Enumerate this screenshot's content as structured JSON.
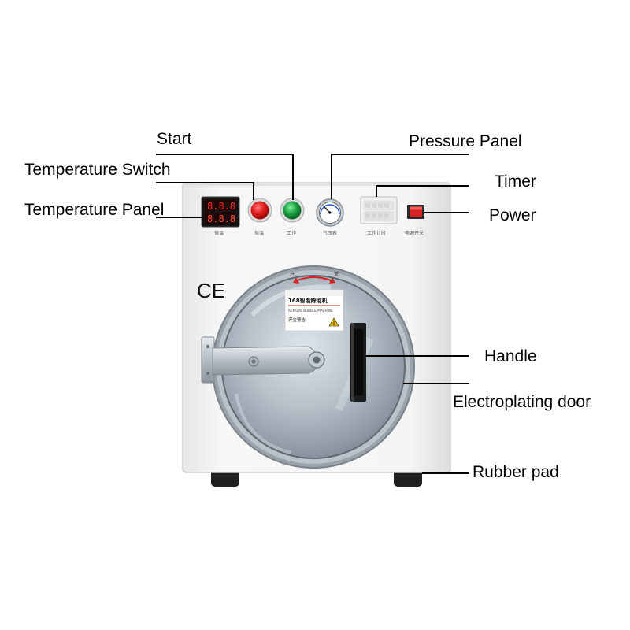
{
  "labels": {
    "start": "Start",
    "temperature_switch": "Temperature Switch",
    "temperature_panel": "Temperature Panel",
    "pressure_panel": "Pressure Panel",
    "timer": "Timer",
    "power": "Power",
    "handle": "Handle",
    "electroplating_door": "Electroplating door",
    "rubber_pad": "Rubber pad"
  },
  "machine": {
    "ce_mark": "CE",
    "door_label_title": "168智能除泡机",
    "door_label_subtitle": "REMOVE BUBBLE MACHINE",
    "door_label_warning": "安全警告",
    "door_open_text": "开",
    "door_close_text": "关",
    "panel_captions": {
      "temperature_panel": "恒温",
      "temperature_switch": "恒温",
      "start": "工作",
      "pressure_panel": "气压表",
      "timer": "工作计时",
      "power": "电源开关"
    }
  },
  "colors": {
    "cabinet": "#f4f4f4",
    "red_button": "#e01a1a",
    "green_button": "#1aa040",
    "power_switch": "#d42222",
    "display_digits": "#ff2a1a",
    "door_metal": "#b9c2cc"
  }
}
